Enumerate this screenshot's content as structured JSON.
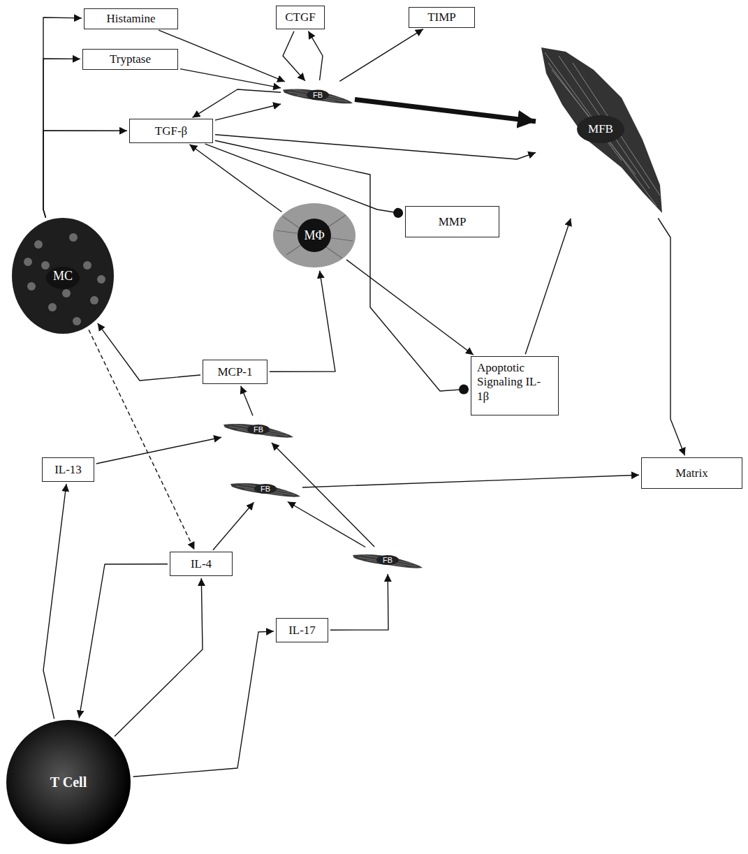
{
  "diagram": {
    "nodes": [
      {
        "text": [
          "Histamine"
        ]
      },
      {
        "text": [
          "CTGF"
        ]
      },
      {
        "text": [
          "TIMP"
        ]
      },
      {
        "text": [
          "Tryptase"
        ]
      },
      {
        "text": [
          "FB"
        ]
      },
      {
        "text": [
          "TGF-β"
        ]
      },
      {
        "text": [
          "MFB"
        ]
      },
      {
        "text": [
          "MMP"
        ]
      },
      {
        "text": [
          "MC"
        ]
      },
      {
        "text": [
          "MΦ"
        ]
      },
      {
        "text": [
          "Apoptotic Signaling IL-1β"
        ]
      },
      {
        "text": [
          "MCP-1"
        ]
      },
      {
        "text": [
          "FB"
        ]
      },
      {
        "text": [
          "IL-13"
        ]
      },
      {
        "text": [
          "Matrix"
        ]
      },
      {
        "text": [
          "FB"
        ]
      },
      {
        "text": [
          "IL-4"
        ]
      },
      {
        "text": [
          "FB"
        ]
      },
      {
        "text": [
          "IL-17"
        ]
      },
      {
        "text": [
          "T Cell"
        ]
      }
    ],
    "edges": [
      {
        "from": 8,
        "to": 0,
        "arrow": "to"
      },
      {
        "from": 8,
        "to": 3,
        "arrow": "to"
      },
      {
        "from": 8,
        "to": 5,
        "arrow": "to"
      },
      {
        "from": 0,
        "to": 4,
        "arrow": "to"
      },
      {
        "from": 3,
        "to": 4,
        "arrow": "to"
      },
      {
        "from": 5,
        "to": 4,
        "arrow": "to"
      },
      {
        "from": 4,
        "to": 5,
        "arrow": "to"
      },
      {
        "from": 1,
        "to": 4,
        "arrow": "to"
      },
      {
        "from": 4,
        "to": 1,
        "arrow": "to"
      },
      {
        "from": 4,
        "to": 2,
        "arrow": "to"
      },
      {
        "from": 4,
        "to": 6,
        "arrow": "to"
      },
      {
        "from": 5,
        "to": 6,
        "arrow": "to"
      },
      {
        "from": 5,
        "to": 7,
        "arrow": "to"
      },
      {
        "from": 5,
        "to": 10,
        "arrow": "to"
      },
      {
        "from": 9,
        "to": 5,
        "arrow": "to"
      },
      {
        "from": 9,
        "to": 10,
        "arrow": "to"
      },
      {
        "from": 10,
        "to": 6,
        "arrow": "to"
      },
      {
        "from": 6,
        "to": 14,
        "arrow": "to"
      },
      {
        "from": 11,
        "to": 8,
        "arrow": "to"
      },
      {
        "from": 11,
        "to": 9,
        "arrow": "to"
      },
      {
        "from": 12,
        "to": 11,
        "arrow": "to"
      },
      {
        "from": 13,
        "to": 12,
        "arrow": "to"
      },
      {
        "from": 8,
        "to": 16,
        "arrow": "to"
      },
      {
        "from": 16,
        "to": 15,
        "arrow": "to"
      },
      {
        "from": 19,
        "to": 16,
        "arrow": "to"
      },
      {
        "from": 16,
        "to": 19,
        "arrow": "to"
      },
      {
        "from": 19,
        "to": 13,
        "arrow": "to"
      },
      {
        "from": 19,
        "to": 18,
        "arrow": "to"
      },
      {
        "from": 18,
        "to": 17,
        "arrow": "to"
      },
      {
        "from": 17,
        "to": 12,
        "arrow": "to"
      },
      {
        "from": 17,
        "to": 15,
        "arrow": "to"
      },
      {
        "from": 15,
        "to": 14,
        "arrow": "to"
      }
    ]
  }
}
